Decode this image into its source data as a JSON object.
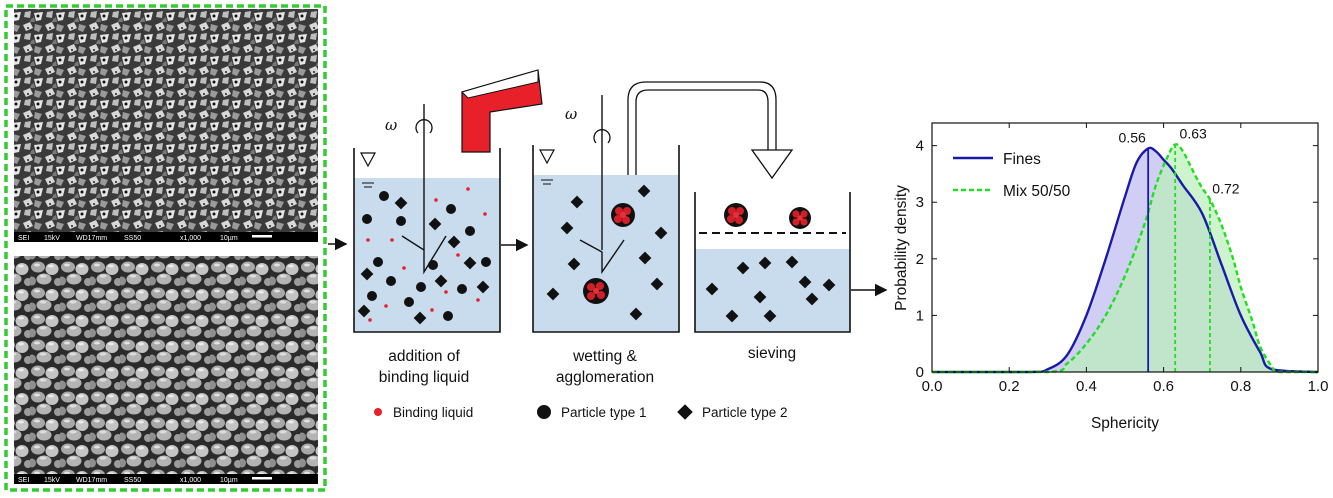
{
  "sem_panel": {
    "top_caption": [
      "SEI",
      "15kV",
      "WD17mm",
      "SS50",
      "x1,000",
      "10µm"
    ],
    "bottom_caption": [
      "SEI",
      "15kV",
      "WD17mm",
      "SS50",
      "x1,000",
      "10µm"
    ],
    "frame_color": "#33cc33"
  },
  "process": {
    "omega_symbol": "ω",
    "step1_label_line1": "addition of",
    "step1_label_line2": "binding liquid",
    "step2_label_line1": "wetting &",
    "step2_label_line2": "agglomeration",
    "step3_label": "sieving",
    "liquid_color": "#c8dced",
    "binder_color": "#e8202a"
  },
  "legend": {
    "binding_liquid": "Binding liquid",
    "particle_type_1": "Particle type 1",
    "particle_type_2": "Particle type 2"
  },
  "chart_data": {
    "type": "area",
    "xlabel": "Sphericity",
    "ylabel": "Probability density",
    "xlim": [
      0.0,
      1.0
    ],
    "ylim": [
      0,
      4.4
    ],
    "xticks": [
      "0.0",
      "0.2",
      "0.4",
      "0.6",
      "0.8",
      "1.0"
    ],
    "yticks": [
      "0",
      "1",
      "2",
      "3",
      "4"
    ],
    "series": [
      {
        "name": "Fines",
        "color": "#1a1aa8",
        "fill": "#c9c6f3",
        "style": "solid",
        "x": [
          0.0,
          0.25,
          0.3,
          0.35,
          0.4,
          0.45,
          0.5,
          0.53,
          0.56,
          0.58,
          0.6,
          0.62,
          0.65,
          0.7,
          0.75,
          0.8,
          0.85,
          0.88,
          1.0
        ],
        "y": [
          0,
          0,
          0.05,
          0.3,
          1.0,
          2.0,
          3.1,
          3.7,
          3.95,
          3.9,
          3.75,
          3.6,
          3.3,
          2.8,
          1.9,
          1.0,
          0.35,
          0.05,
          0
        ]
      },
      {
        "name": "Mix 50/50",
        "color": "#22dd22",
        "fill": "#b9f0b9",
        "style": "dashed",
        "x": [
          0.0,
          0.3,
          0.35,
          0.4,
          0.45,
          0.5,
          0.55,
          0.58,
          0.61,
          0.63,
          0.65,
          0.68,
          0.7,
          0.72,
          0.75,
          0.78,
          0.8,
          0.83,
          0.85,
          0.88,
          0.9,
          1.0
        ],
        "y": [
          0,
          0,
          0.15,
          0.5,
          1.0,
          1.7,
          2.6,
          3.3,
          3.8,
          4.02,
          3.9,
          3.5,
          3.25,
          3.05,
          2.6,
          2.0,
          1.5,
          0.9,
          0.45,
          0.1,
          0,
          0
        ]
      }
    ],
    "annotations": [
      {
        "x": 0.56,
        "y": 3.95,
        "label": "0.56",
        "series": "Fines"
      },
      {
        "x": 0.63,
        "y": 4.02,
        "label": "0.63",
        "series": "Mix 50/50"
      },
      {
        "x": 0.72,
        "y": 3.05,
        "label": "0.72",
        "series": "Mix 50/50"
      }
    ],
    "legend_position": "top-left"
  }
}
